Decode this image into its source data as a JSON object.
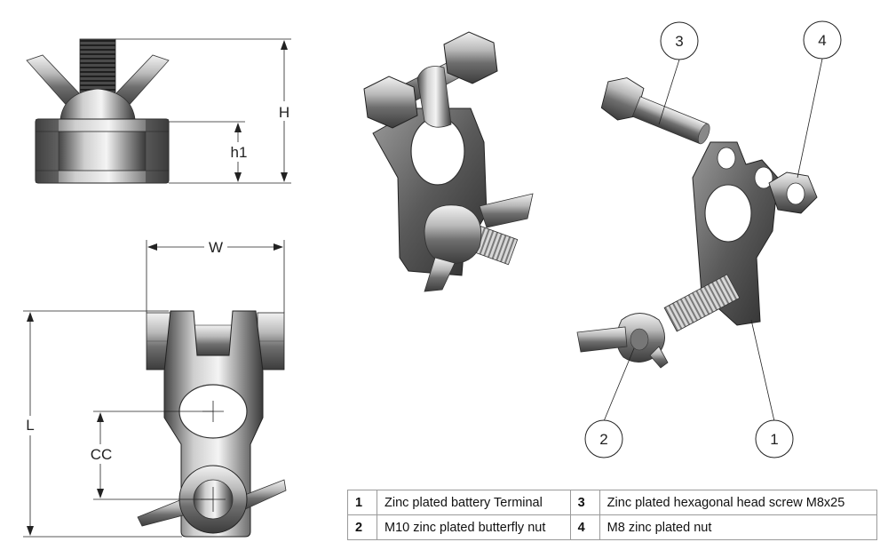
{
  "dimensions": {
    "H": "H",
    "h1": "h1",
    "W": "W",
    "L": "L",
    "CC": "CC"
  },
  "callouts": [
    "1",
    "2",
    "3",
    "4"
  ],
  "parts": [
    {
      "num": "1",
      "desc": "Zinc plated battery Terminal"
    },
    {
      "num": "2",
      "desc": "M10 zinc plated butterfly  nut"
    },
    {
      "num": "3",
      "desc": "Zinc plated hexagonal head screw M8x25"
    },
    {
      "num": "4",
      "desc": "M8 zinc plated nut"
    }
  ]
}
